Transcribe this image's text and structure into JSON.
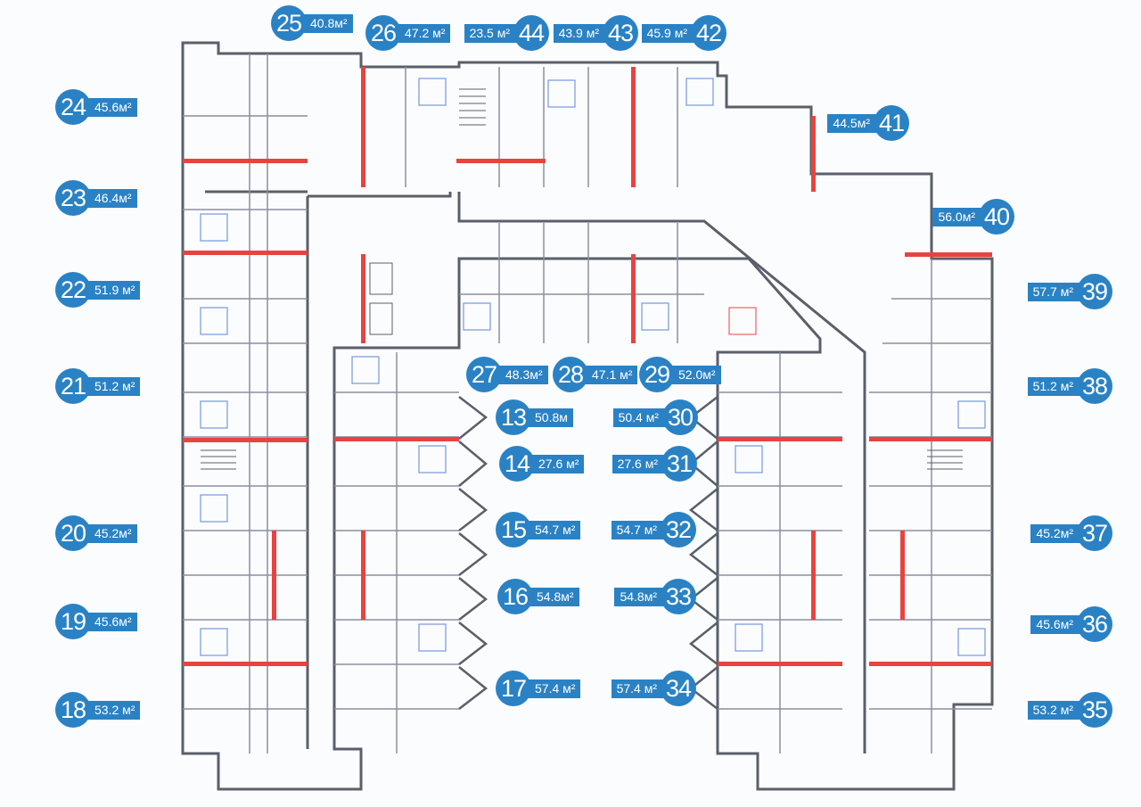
{
  "colors": {
    "label": "#2a82c4",
    "wall": "#5a5f6a",
    "bearing": "#e8433f",
    "furniture": "#3a6fd0"
  },
  "units": [
    {
      "number": "25",
      "area": "40.8м²"
    },
    {
      "number": "26",
      "area": "47.2 м²"
    },
    {
      "number": "44",
      "area": "23.5 м²"
    },
    {
      "number": "43",
      "area": "43.9 м²"
    },
    {
      "number": "42",
      "area": "45.9 м²"
    },
    {
      "number": "24",
      "area": "45.6м²"
    },
    {
      "number": "41",
      "area": "44.5м²"
    },
    {
      "number": "23",
      "area": "46.4м²"
    },
    {
      "number": "40",
      "area": "56.0м²"
    },
    {
      "number": "22",
      "area": "51.9 м²"
    },
    {
      "number": "39",
      "area": "57.7 м²"
    },
    {
      "number": "21",
      "area": "51.2 м²"
    },
    {
      "number": "38",
      "area": "51.2 м²"
    },
    {
      "number": "27",
      "area": "48.3м²"
    },
    {
      "number": "28",
      "area": "47.1 м²"
    },
    {
      "number": "29",
      "area": "52.0м²"
    },
    {
      "number": "13",
      "area": "50.8м"
    },
    {
      "number": "30",
      "area": "50.4 м²"
    },
    {
      "number": "14",
      "area": "27.6 м²"
    },
    {
      "number": "31",
      "area": "27.6 м²"
    },
    {
      "number": "15",
      "area": "54.7 м²"
    },
    {
      "number": "32",
      "area": "54.7 м²"
    },
    {
      "number": "16",
      "area": "54.8м²"
    },
    {
      "number": "33",
      "area": "54.8м²"
    },
    {
      "number": "17",
      "area": "57.4 м²"
    },
    {
      "number": "34",
      "area": "57.4 м²"
    },
    {
      "number": "20",
      "area": "45.2м²"
    },
    {
      "number": "37",
      "area": "45.2м²"
    },
    {
      "number": "19",
      "area": "45.6м²"
    },
    {
      "number": "36",
      "area": "45.6м²"
    },
    {
      "number": "18",
      "area": "53.2 м²"
    },
    {
      "number": "35",
      "area": "53.2 м²"
    }
  ]
}
